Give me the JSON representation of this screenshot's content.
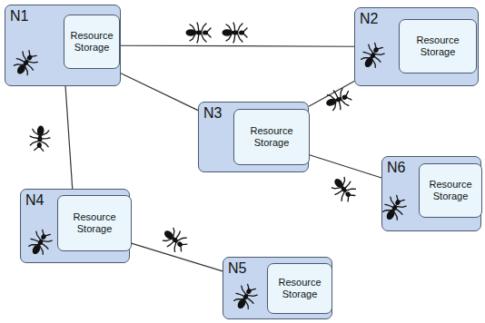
{
  "diagram": {
    "nodes": [
      {
        "text": [
          "N1"
        ]
      },
      {
        "text": [
          "Resource Storage"
        ],
        "in": 0
      },
      {
        "text": [
          "N2"
        ]
      },
      {
        "text": [
          "Resource Storage"
        ],
        "in": 2
      },
      {
        "text": [
          "N3"
        ]
      },
      {
        "text": [
          "Resource Storage"
        ],
        "in": 4
      },
      {
        "text": [
          "N6"
        ]
      },
      {
        "text": [
          "Resource Storage"
        ],
        "in": 6
      },
      {
        "text": [
          "N4"
        ]
      },
      {
        "text": [
          "Resource Storage"
        ],
        "in": 8
      },
      {
        "text": [
          "N5"
        ]
      },
      {
        "text": [
          "Resource Storage"
        ],
        "in": 10
      }
    ],
    "edges": [
      {
        "from": 0,
        "to": 2,
        "arrow": "none"
      },
      {
        "from": 0,
        "to": 4,
        "arrow": "none"
      },
      {
        "from": 0,
        "to": 8,
        "arrow": "none"
      },
      {
        "from": 4,
        "to": 2,
        "arrow": "none"
      },
      {
        "from": 4,
        "to": 6,
        "arrow": "none"
      },
      {
        "from": 8,
        "to": 10,
        "arrow": "none"
      }
    ]
  }
}
